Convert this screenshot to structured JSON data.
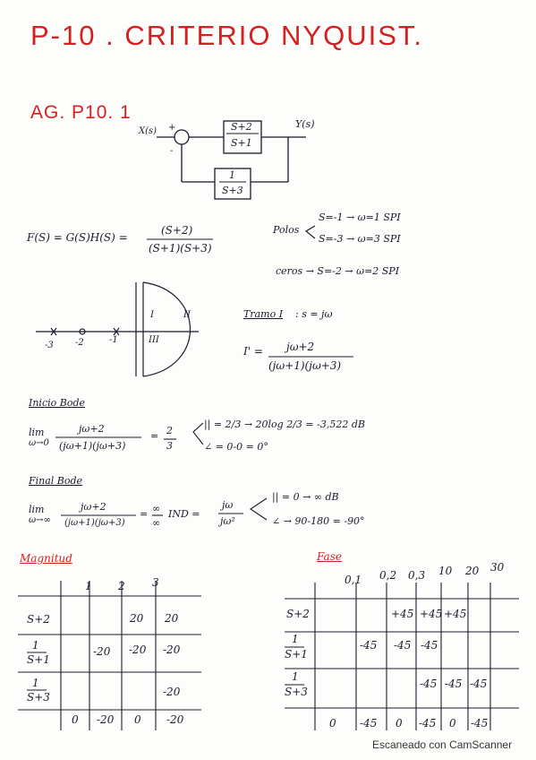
{
  "page": {
    "title": "P-10 . CRITERIO NYQUIST.",
    "exercise": "AG. P10. 1",
    "footer": "Escaneado con CamScanner"
  },
  "block_diagram": {
    "input": "X(s)",
    "output": "Y(s)",
    "sum_plus": "+",
    "sum_minus": "-",
    "forward_num": "S+2",
    "forward_den": "S+1",
    "feedback_num": "1",
    "feedback_den": "S+3"
  },
  "transfer": {
    "lhs": "F(S) = G(S)H(S) =",
    "num": "(S+2)",
    "den": "(S+1)(S+3)"
  },
  "poles": {
    "label": "Polos",
    "p1": "S=-1 → ω=1  SPI",
    "p2": "S=-3 → ω=3  SPI"
  },
  "zeros": {
    "text": "ceros → S=-2 → ω=2  SPI"
  },
  "nyquist_plot": {
    "ticks": [
      "-3",
      "-2",
      "-1"
    ],
    "region_1": "I",
    "region_2": "II",
    "region_3": "III"
  },
  "tramo": {
    "label": "Tramo I",
    "rest": ": s = jω",
    "lhs": "I' =",
    "num": "jω+2",
    "den": "(jω+1)(jω+3)"
  },
  "inicio": {
    "heading": "Inicio Bode",
    "lim_top": "lim",
    "lim_sub": "ω→0",
    "num": "jω+2",
    "den": "(jω+1)(jω+3)",
    "eq": "=",
    "frac_num": "2",
    "frac_den": "3",
    "mag": "|| = 2/3 → 20log 2/3 = -3,522 dB",
    "phase": "∠ = 0-0 = 0°"
  },
  "final": {
    "heading": "Final Bode",
    "lim_top": "lim",
    "lim_sub": "ω→∞",
    "num": "jω+2",
    "den": "(jω+1)(jω+3)",
    "eq1": "=",
    "inf_num": "∞",
    "inf_den": "∞",
    "ind": "IND =",
    "frac_num": "jω",
    "frac_den": "jω²",
    "mag": "|| = 0 → ∞ dB",
    "phase": "∠ → 90-180 = -90°"
  },
  "magnitud": {
    "heading": "Magnitud",
    "cols": [
      "1",
      "2",
      "3"
    ],
    "rows": [
      {
        "label_num": "S+2",
        "label_den": "",
        "cells": [
          "",
          "",
          "20",
          "20"
        ]
      },
      {
        "label_num": "1",
        "label_den": "S+1",
        "cells": [
          "",
          "-20",
          "-20",
          "-20"
        ]
      },
      {
        "label_num": "1",
        "label_den": "S+3",
        "cells": [
          "",
          "",
          "",
          "-20"
        ]
      },
      {
        "label_num": "",
        "label_den": "",
        "cells": [
          "0",
          "-20",
          "0",
          "-20"
        ]
      }
    ]
  },
  "fase": {
    "heading": "Fase",
    "cols": [
      "0,1",
      "0,2",
      "0,3",
      "10",
      "20",
      "30"
    ],
    "rows": [
      {
        "label_num": "S+2",
        "label_den": "",
        "cells": [
          "",
          "",
          "+45",
          "+45",
          "+45",
          ""
        ]
      },
      {
        "label_num": "1",
        "label_den": "S+1",
        "cells": [
          "",
          "-45",
          "-45",
          "-45",
          "",
          ""
        ]
      },
      {
        "label_num": "1",
        "label_den": "S+3",
        "cells": [
          "",
          "",
          "",
          "-45",
          "-45",
          "-45"
        ]
      },
      {
        "label_num": "",
        "label_den": "",
        "cells": [
          "0",
          "-45",
          "0",
          "-45",
          "0",
          "-45"
        ]
      }
    ]
  }
}
